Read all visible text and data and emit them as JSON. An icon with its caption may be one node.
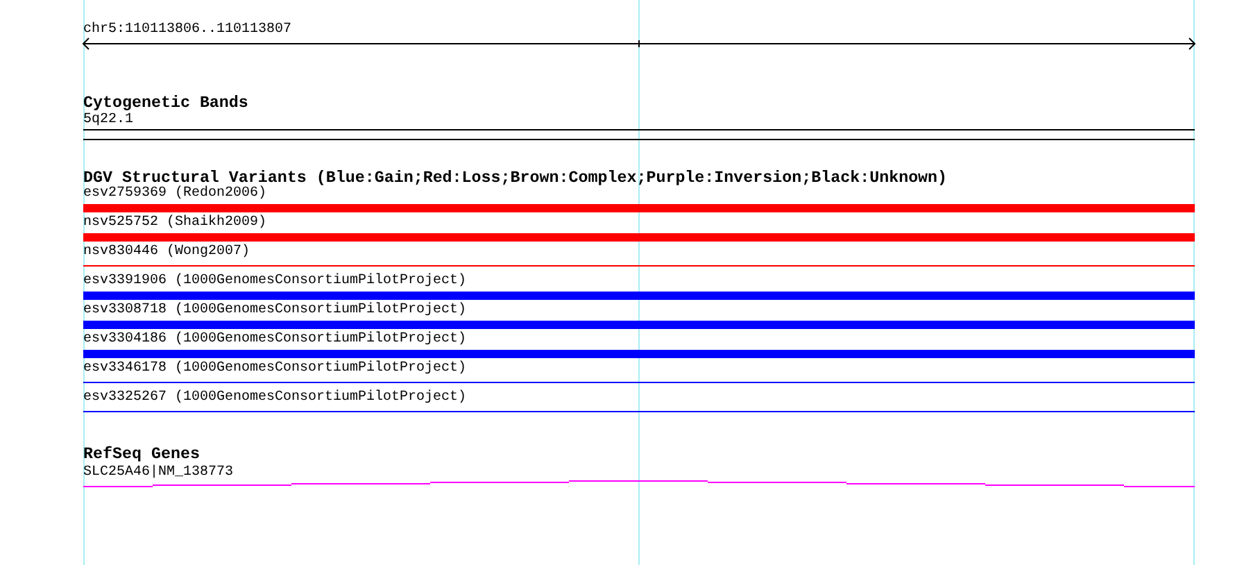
{
  "diagram": {
    "nodes": [
      {
        "text": [
          "5q22.1"
        ]
      },
      {
        "text": [
          "esv2759369 (Redon2006)"
        ]
      },
      {
        "text": [
          "nsv525752 (Shaikh2009)"
        ]
      },
      {
        "text": [
          "nsv830446 (Wong2007)"
        ]
      },
      {
        "text": [
          "esv3391906 (1000GenomesConsortiumPilotProject)"
        ]
      },
      {
        "text": [
          "esv3308718 (1000GenomesConsortiumPilotProject)"
        ]
      },
      {
        "text": [
          "esv3304186 (1000GenomesConsortiumPilotProject)"
        ]
      },
      {
        "text": [
          "esv3346178 (1000GenomesConsortiumPilotProject)"
        ]
      },
      {
        "text": [
          "esv3325267 (1000GenomesConsortiumPilotProject)"
        ]
      },
      {
        "text": [
          "SLC25A46|NM_138773"
        ]
      }
    ],
    "labels": [
      "chr5:110113806..110113807",
      "Cytogenetic Bands",
      "DGV Structural Variants (Blue:Gain;Red:Loss;Brown:Complex;Purple:Inversion;Black:Unknown)",
      "RefSeq Genes"
    ]
  }
}
